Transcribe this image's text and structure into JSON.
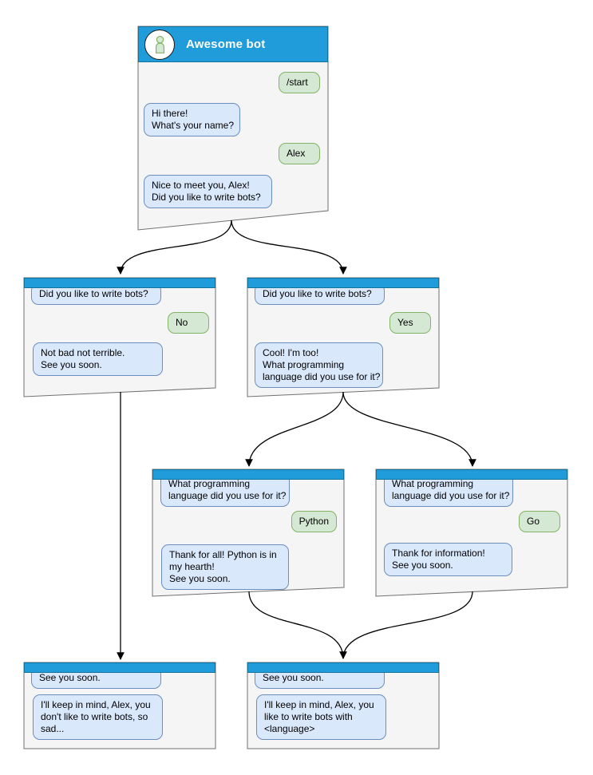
{
  "diagram_type": "chatbot-conversation-flowchart",
  "colors": {
    "header_blue": "#1f9cd9",
    "header_border": "#10739e",
    "window_fill": "#f5f5f5",
    "window_border": "#707070",
    "bot_bubble_fill": "#dae8fc",
    "bot_bubble_border": "#6c8ebf",
    "user_bubble_fill": "#d5e8d4",
    "user_bubble_border": "#82b366",
    "arrow_color": "#000000",
    "title_text": "#ffffff"
  },
  "windows": [
    {
      "name": "main",
      "title": "Awesome bot",
      "messages": [
        {
          "from": "user",
          "text": "/start"
        },
        {
          "from": "bot",
          "text": "Hi there!\nWhat's your name?"
        },
        {
          "from": "user",
          "text": "Alex"
        },
        {
          "from": "bot",
          "text": "Nice to meet you, Alex!\nDid you like to write bots?"
        }
      ]
    },
    {
      "name": "branch-no",
      "messages": [
        {
          "from": "bot",
          "text": "Did you like to write bots?"
        },
        {
          "from": "user",
          "text": "No"
        },
        {
          "from": "bot",
          "text": "Not bad not terrible.\nSee you soon."
        }
      ]
    },
    {
      "name": "branch-yes",
      "messages": [
        {
          "from": "bot",
          "text": "Did you like to write bots?"
        },
        {
          "from": "user",
          "text": "Yes"
        },
        {
          "from": "bot",
          "text": "Cool! I'm too!\nWhat programming\nlanguage did you use for it?"
        }
      ]
    },
    {
      "name": "branch-python",
      "messages": [
        {
          "from": "bot",
          "text": "What programming\nlanguage did you use for it?"
        },
        {
          "from": "user",
          "text": "Python"
        },
        {
          "from": "bot",
          "text": "Thank for all! Python is in\nmy hearth!\nSee you soon."
        }
      ]
    },
    {
      "name": "branch-go",
      "messages": [
        {
          "from": "bot",
          "text": "What programming\nlanguage did you use for it?"
        },
        {
          "from": "user",
          "text": "Go"
        },
        {
          "from": "bot",
          "text": "Thank for information!\nSee you soon."
        }
      ]
    },
    {
      "name": "end-no",
      "messages": [
        {
          "from": "bot",
          "text": "See you soon."
        },
        {
          "from": "bot",
          "text": "I'll keep in mind, Alex, you\ndon't like to write bots, so\nsad..."
        }
      ]
    },
    {
      "name": "end-yes",
      "messages": [
        {
          "from": "bot",
          "text": "See you soon."
        },
        {
          "from": "bot",
          "text": "I'll keep in mind, Alex, you\nlike to write bots with\n<language>"
        }
      ]
    }
  ]
}
